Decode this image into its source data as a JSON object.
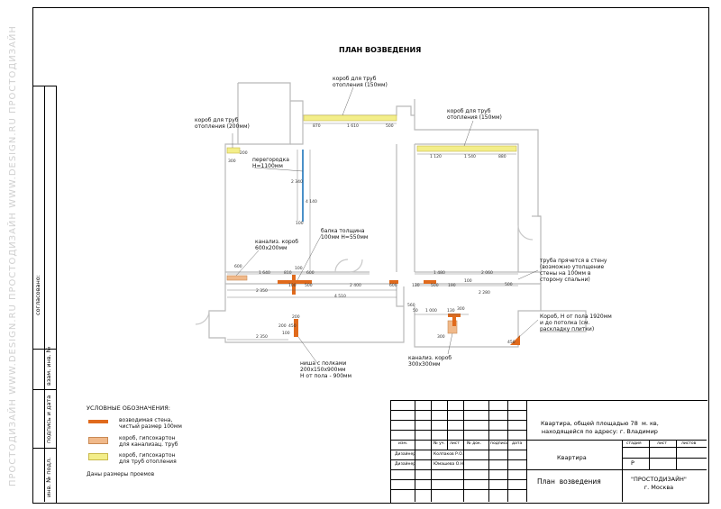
{
  "sheet": {
    "title": "ПЛАН ВОЗВЕДЕНИЯ",
    "watermark": "ПРОСТОДИЗАЙН",
    "watermark_url": "WWW.DESIGN.RU"
  },
  "side_stamp": {
    "agreed": "согласовано:",
    "inv_replace": "взам. инв. №",
    "sign_date": "подпись и дата",
    "inv_original": "инв. № подл."
  },
  "callouts": {
    "box_pipes_left": "короб для труб\nотопления (200мм)",
    "box_pipes_top": "короб для труб\nотопления (150мм)",
    "box_pipes_right": "короб для труб\nотопления (150мм)",
    "partition": "перегородка\nН=1100мм",
    "beam": "балка толщина\n100мм Н=550мм",
    "sewer_box_left": "канализ. короб\n600х200мм",
    "niche": "ниша с полками\n200х150х900мм\nН от пола - 900мм",
    "sewer_box_bottom": "канализ. короб\n300х300мм",
    "pipe_hide": "труба прячется в стену\n(возможно утолщение\nстены на 100мм в\nсторону спальни)",
    "box_height": "Короб, Н от пола 1920мм\nи до потолка (см.\nраскладку плитки)"
  },
  "dimensions": {
    "d870": "870",
    "d1610": "1 610",
    "d500": "500",
    "d200a": "200",
    "d300a": "300",
    "d1120": "1 120",
    "d1540": "1 540",
    "d880": "880",
    "d2340": "2 340",
    "d4140": "4 140",
    "d100a": "100",
    "d600a": "600",
    "d1640": "1 640",
    "d810": "810",
    "d100b": "100",
    "d600b": "600",
    "d2350a": "2 350",
    "d100c": "100",
    "d500b": "500",
    "d2400": "2 400",
    "d600c": "600",
    "d130": "130",
    "d500c": "500",
    "d190": "190",
    "d4510": "4 510",
    "d1480": "1 480",
    "d2060": "2 060",
    "d500d": "500",
    "d100d": "100",
    "d2280": "2 280",
    "d560": "560",
    "d50": "50",
    "d1000": "1 000",
    "d130b": "130",
    "d300b": "300",
    "d200b": "200",
    "d100e": "100",
    "d300c": "300",
    "d2350b": "2 350",
    "d450": "450",
    "d200c": "200",
    "d450b": "450"
  },
  "legend": {
    "title": "УСЛОВНЫЕ ОБОЗНАЧЕНИЯ:",
    "items": [
      {
        "label": "возводимая стена,\nчистый размер 100мм",
        "color": "#e06a1c"
      },
      {
        "label": "короб, гипсокартон\nдля канализац. труб",
        "color": "#f0b98a"
      },
      {
        "label": "короб, гипсокартон\nдля труб отопления",
        "color": "#f3ee8a"
      }
    ],
    "note": "Даны размеры проемов"
  },
  "title_block": {
    "object": "Квартира, общей площадью 78  м. кв,\nнаходящейся по адресу: г. Владимир",
    "headers": [
      "изм.",
      "№ уч.",
      "лист",
      "№ док.",
      "подпись",
      "дата"
    ],
    "rows": [
      {
        "role": "Дизайнер",
        "name": "Колпаков Р.О."
      },
      {
        "role": "Дизайнер",
        "name": "Юмашева О.Н."
      }
    ],
    "name": "Квартира",
    "stage_label": "стадия",
    "sheet_label": "лист",
    "sheets_label": "листов",
    "stage": "Р",
    "drawing": "План  возведения",
    "company": "\"ПРОСТОДИЗАЙН\"\nг. Москва"
  },
  "colors": {
    "wall_new": "#e06a1c",
    "sewer_box": "#f0b98a",
    "heating_box": "#f3ee8a",
    "wall_old": "#b9b9b9",
    "partition": "#4a90c8"
  }
}
